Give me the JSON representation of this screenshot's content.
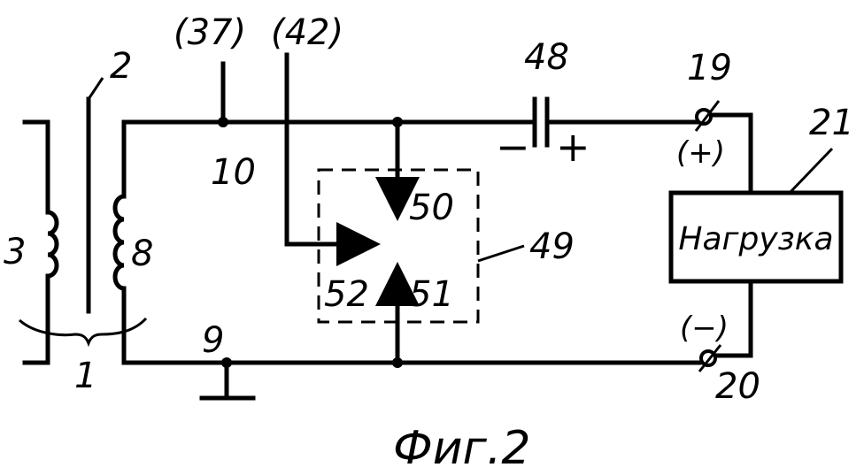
{
  "labels": {
    "coil_left": "3",
    "core": "2",
    "winding": "8",
    "core_bracket": "1",
    "node_top": "10",
    "node_bottom": "9",
    "input_37": "(37)",
    "input_42": "(42)",
    "capacitor": "48",
    "cap_minus": "−",
    "cap_plus": "+",
    "term_top": "19",
    "term_top_sign": "(+)",
    "term_bottom": "20",
    "term_bottom_sign": "(−)",
    "load_ref": "21",
    "load_text": "Нагрузка",
    "block": "49",
    "arrow_50": "50",
    "arrow_51": "51",
    "arrow_52": "52",
    "caption": "Фиг.2"
  }
}
